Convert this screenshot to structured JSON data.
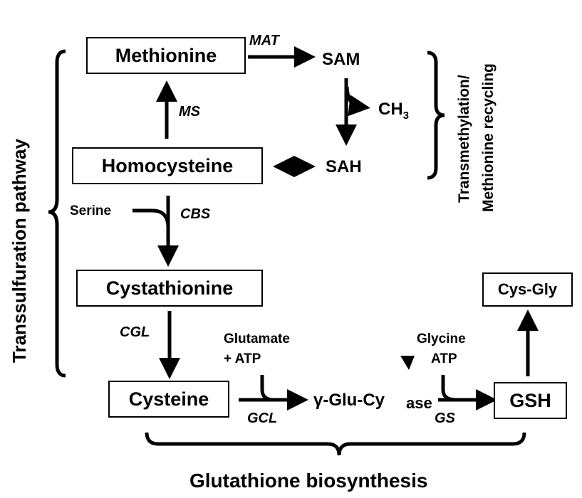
{
  "nodes": {
    "methionine": "Methionine",
    "homocysteine": "Homocysteine",
    "cystathionine": "Cystathionine",
    "cysteine": "Cysteine",
    "gsh": "GSH",
    "cys_gly": "Cys-Gly"
  },
  "metabolites": {
    "sam": "SAM",
    "sah": "SAH",
    "ch3_main": "CH",
    "ch3_sub": "3",
    "serine": "Serine",
    "glutamate": "Glutamate",
    "atp_glu": "+ ATP",
    "glycine": "Glycine",
    "atp_gly": "ATP",
    "gamma_glu_cys": "γ-Glu-Cy",
    "ase_overlay": "ase"
  },
  "enzymes": {
    "mat": "MAT",
    "ms": "MS",
    "cbs": "CBS",
    "cgl": "CGL",
    "gcl": "GCL",
    "gs": "GS"
  },
  "groups": {
    "transsulfuration": "Transsulfuration pathway",
    "transmethylation_line1": "Transmethylation/",
    "transmethylation_line2": "Methionine recycling",
    "glutathione": "Glutathione biosynthesis"
  }
}
